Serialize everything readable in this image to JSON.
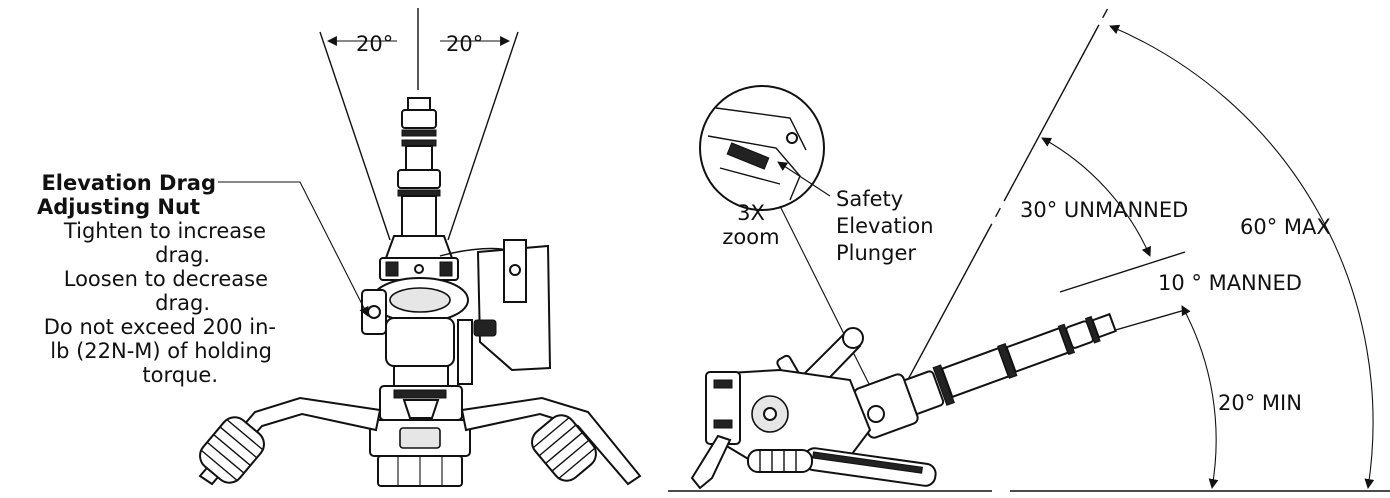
{
  "left_view": {
    "angle_left": "20°",
    "angle_right": "20°",
    "callout": {
      "title_line1": "Elevation Drag",
      "title_line2": "Adjusting Nut",
      "lines": [
        "Tighten to increase",
        "drag.",
        "Loosen to decrease",
        "drag.",
        "Do not exceed 200 in-",
        "lb (22N-M) of holding",
        "torque."
      ]
    }
  },
  "right_view": {
    "zoom_label_line1": "3X",
    "zoom_label_line2": "zoom",
    "plunger_line1": "Safety",
    "plunger_line2": "Elevation",
    "plunger_line3": "Plunger",
    "angle_unmanned": "30° UNMANNED",
    "angle_manned": "10 ° MANNED",
    "angle_max": "60° MAX",
    "angle_min": "20° MIN"
  }
}
